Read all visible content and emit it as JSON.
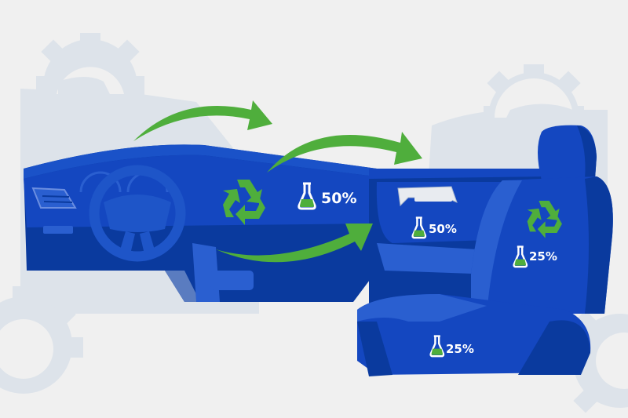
{
  "illustration": {
    "subject": "Car interior made with recycled and bio-based materials",
    "colors": {
      "background": "#f0f0f0",
      "gear": "#dde3ea",
      "blue_dark": "#0a3a9e",
      "blue_mid": "#1447c0",
      "blue_light": "#2a5fd0",
      "green": "#4fae3c",
      "white": "#ffffff"
    },
    "labels": {
      "dashboard": "50%",
      "door_panel": "50%",
      "seat_back": "25%",
      "seat_cushion": "25%"
    }
  }
}
